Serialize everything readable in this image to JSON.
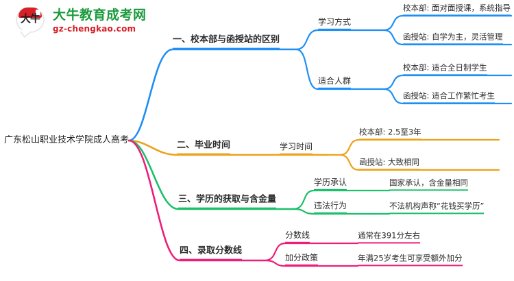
{
  "logo": {
    "mark_text": "大牛",
    "title": "大牛教育成考网",
    "subtitle": "gz-chengkao.com",
    "brand_green": "#1a9a3c",
    "brand_red": "#d71f27"
  },
  "mindmap": {
    "root": "广东松山职业技术学院成人高考",
    "branches": [
      {
        "label": "一、校本部与函授站的区别",
        "color": "#1f8ff5",
        "children": [
          {
            "label": "学习方式",
            "leaves": [
              "校本部: 面对面授课，系统指导",
              "函授站: 自学为主，灵活管理"
            ]
          },
          {
            "label": "适合人群",
            "leaves": [
              "校本部: 适合全日制学生",
              "函授站: 适合工作繁忙考生"
            ]
          }
        ]
      },
      {
        "label": "二、毕业时间",
        "color": "#eda21c",
        "children": [
          {
            "label": "学习时间",
            "leaves": [
              "校本部: 2.5至3年",
              "函授站: 大致相同"
            ]
          }
        ]
      },
      {
        "label": "三、学历的获取与含金量",
        "color": "#1cbf6b",
        "children": [
          {
            "label": "学历承认",
            "leaves": [
              "国家承认，含金量相同"
            ]
          },
          {
            "label": "违法行为",
            "leaves": [
              "不法机构声称“花钱买学历”"
            ]
          }
        ]
      },
      {
        "label": "四、录取分数线",
        "color": "#ec1e79",
        "children": [
          {
            "label": "分数线",
            "leaves": [
              "通常在391分左右"
            ]
          },
          {
            "label": "加分政策",
            "leaves": [
              "年满25岁考生可享受额外加分"
            ]
          }
        ]
      }
    ]
  }
}
